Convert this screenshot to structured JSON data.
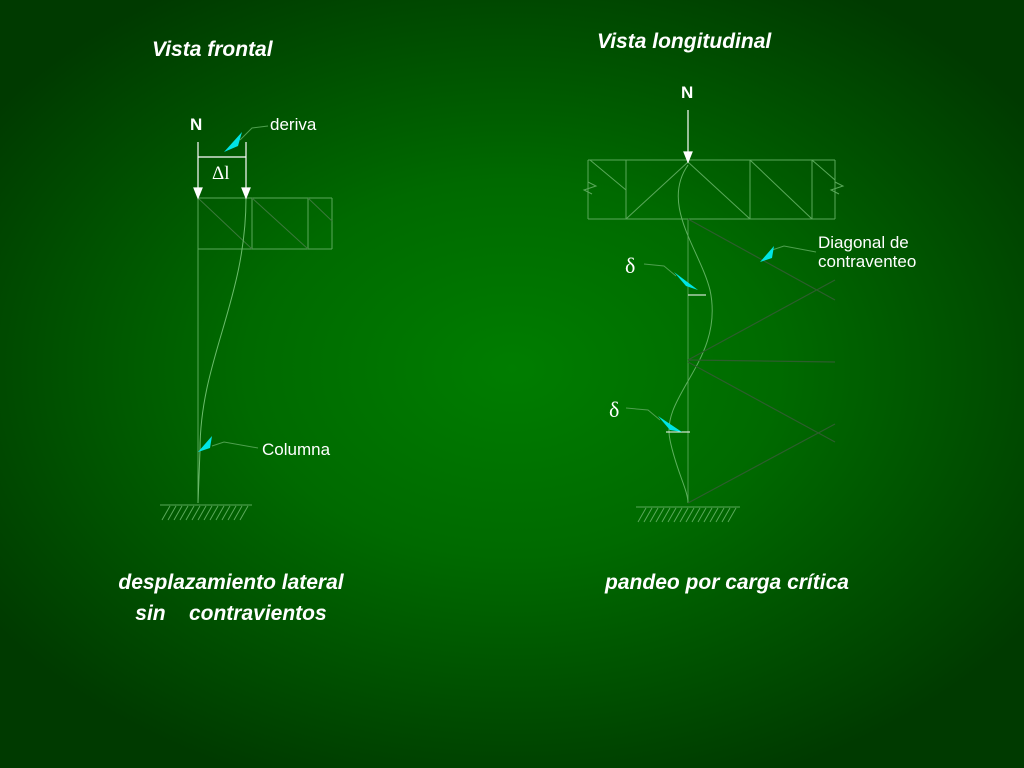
{
  "front_view": {
    "title": "Vista frontal",
    "load_label": "N",
    "drift_label": "deriva",
    "delta_label": "Δl",
    "column_label": "Columna",
    "caption_line1": "desplazamiento lateral",
    "caption_line2": "sin    contravientos"
  },
  "longitudinal_view": {
    "title": "Vista longitudinal",
    "load_label": "N",
    "bracing_label_line1": "Diagonal de",
    "bracing_label_line2": "contraventeo",
    "deflection_label_upper": "δ",
    "deflection_label_lower": "δ",
    "caption": "pandeo por carga crítica"
  },
  "colors": {
    "background_center": "#007d00",
    "background_edge": "#003a00",
    "text": "#ffffff",
    "callout_arrow": "#00e5e5",
    "structure_line": "#4fa04f",
    "bracing_line": "#2f5f2f"
  }
}
